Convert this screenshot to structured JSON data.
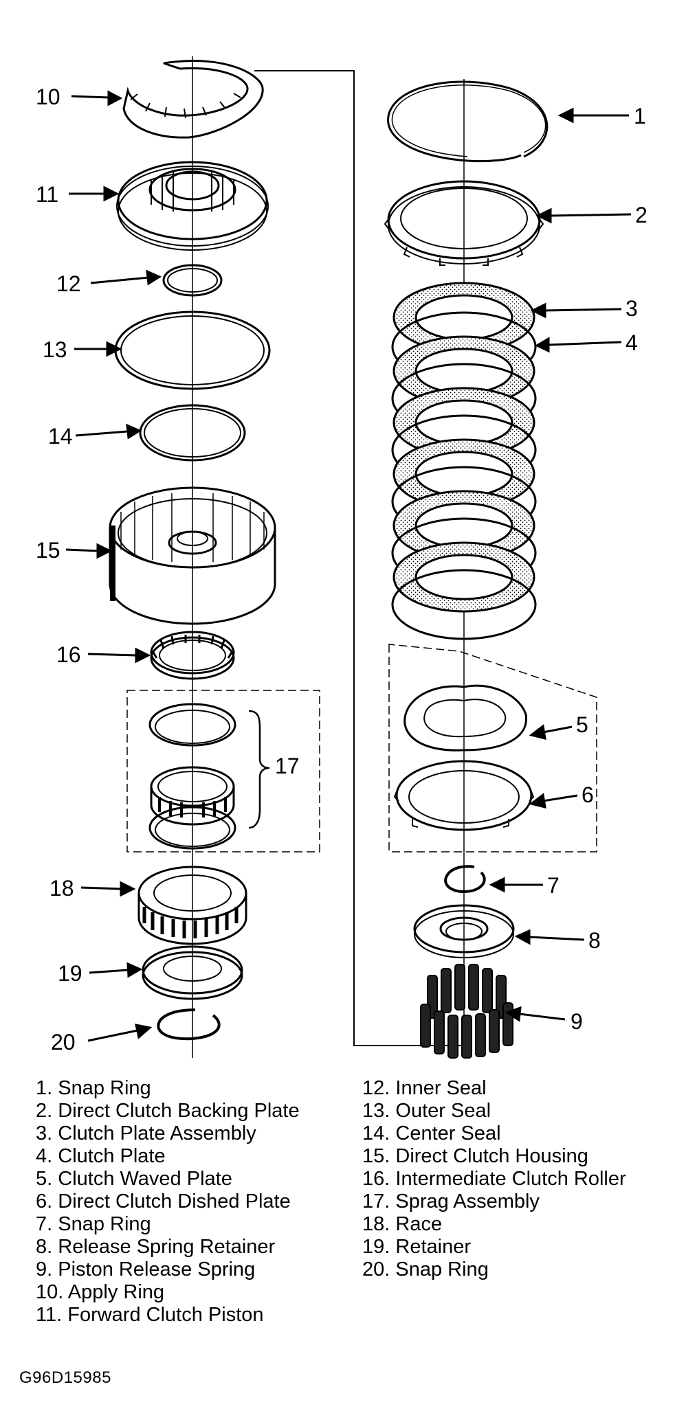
{
  "diagram": {
    "callouts": [
      "1",
      "2",
      "3",
      "4",
      "5",
      "6",
      "7",
      "8",
      "9",
      "10",
      "11",
      "12",
      "13",
      "14",
      "15",
      "16",
      "17",
      "18",
      "19",
      "20"
    ],
    "figure_code": "G96D15985"
  },
  "legend": {
    "left": [
      {
        "num": "1.",
        "label": "Snap Ring"
      },
      {
        "num": "2.",
        "label": "Direct Clutch Backing Plate"
      },
      {
        "num": "3.",
        "label": "Clutch Plate Assembly"
      },
      {
        "num": "4.",
        "label": "Clutch Plate"
      },
      {
        "num": "5.",
        "label": "Clutch Waved Plate"
      },
      {
        "num": "6.",
        "label": "Direct Clutch Dished Plate"
      },
      {
        "num": "7.",
        "label": "Snap Ring"
      },
      {
        "num": "8.",
        "label": "Release Spring Retainer"
      },
      {
        "num": "9.",
        "label": "Piston Release Spring"
      },
      {
        "num": "10.",
        "label": "Apply Ring"
      },
      {
        "num": "11.",
        "label": "Forward Clutch Piston"
      }
    ],
    "right": [
      {
        "num": "12.",
        "label": "Inner Seal"
      },
      {
        "num": "13.",
        "label": "Outer Seal"
      },
      {
        "num": "14.",
        "label": "Center Seal"
      },
      {
        "num": "15.",
        "label": "Direct Clutch Housing"
      },
      {
        "num": "16.",
        "label": "Intermediate Clutch Roller"
      },
      {
        "num": "17.",
        "label": "Sprag Assembly"
      },
      {
        "num": "18.",
        "label": "Race"
      },
      {
        "num": "19.",
        "label": "Retainer"
      },
      {
        "num": "20.",
        "label": "Snap Ring"
      }
    ]
  }
}
